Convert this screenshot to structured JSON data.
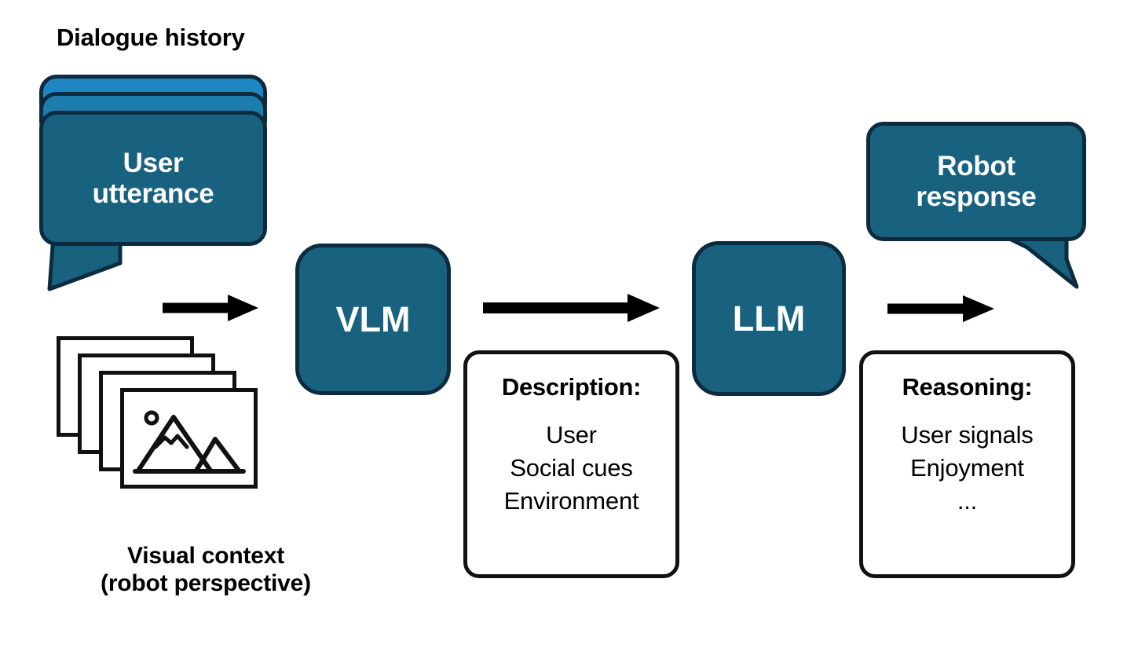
{
  "diagram": {
    "title_label": "Dialogue history",
    "visual_context_caption_line1": "Visual context",
    "visual_context_caption_line2": "(robot perspective)",
    "colors": {
      "bubble_fill": "#18627f",
      "bubble_stroke": "#0d2b3e",
      "stack_back_fill": "#1f87c4",
      "stack_mid_fill": "#1d7dae",
      "panel_stroke": "#111111",
      "panel_fill": "#ffffff",
      "arrow_color": "#000000",
      "text_on_fill": "#ffffff",
      "text_primary": "#000000",
      "background": "#ffffff"
    }
  },
  "user_utterance": {
    "line1": "User",
    "line2": "utterance",
    "icon": "speech-bubble-stack-icon"
  },
  "visual_context": {
    "icon": "image-stack-icon",
    "frame_count": 4,
    "picture_icon": "mountain-photo-icon"
  },
  "models": {
    "vlm": {
      "label": "VLM"
    },
    "llm": {
      "label": "LLM"
    }
  },
  "arrows": {
    "arrow_1": "arrow-right-icon",
    "arrow_2": "arrow-right-icon",
    "arrow_3": "arrow-right-icon"
  },
  "description_panel": {
    "title": "Description:",
    "items": [
      "User",
      "Social cues",
      "Environment"
    ]
  },
  "reasoning_panel": {
    "title": "Reasoning:",
    "items": [
      "User signals",
      "Enjoyment",
      "..."
    ]
  },
  "robot_response": {
    "line1": "Robot",
    "line2": "response",
    "icon": "speech-bubble-icon"
  }
}
